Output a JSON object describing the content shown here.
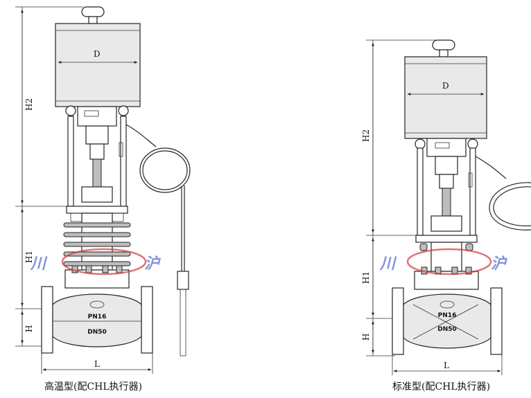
{
  "diagrams": [
    {
      "caption": "高温型(配CHL执行器)",
      "dims": {
        "diameter": "D",
        "upper_height": "H2",
        "middle_height": "H1",
        "lower_height": "H",
        "length": "L"
      },
      "body_marks": {
        "pressure": "PN16",
        "size": "DN50"
      },
      "watermark": {
        "left": "川",
        "right": "沪"
      }
    },
    {
      "caption": "标准型(配CHL执行器)",
      "dims": {
        "diameter": "D",
        "upper_height": "H2",
        "middle_height": "H1",
        "lower_height": "H",
        "length": "L"
      },
      "body_marks": {
        "pressure": "PN16",
        "size": "DN50"
      },
      "watermark": {
        "left": "川",
        "right": "沪"
      }
    }
  ],
  "colors": {
    "line": "#222222",
    "watermark_blue": "#5b6fd0",
    "watermark_red": "#d23a3a"
  }
}
